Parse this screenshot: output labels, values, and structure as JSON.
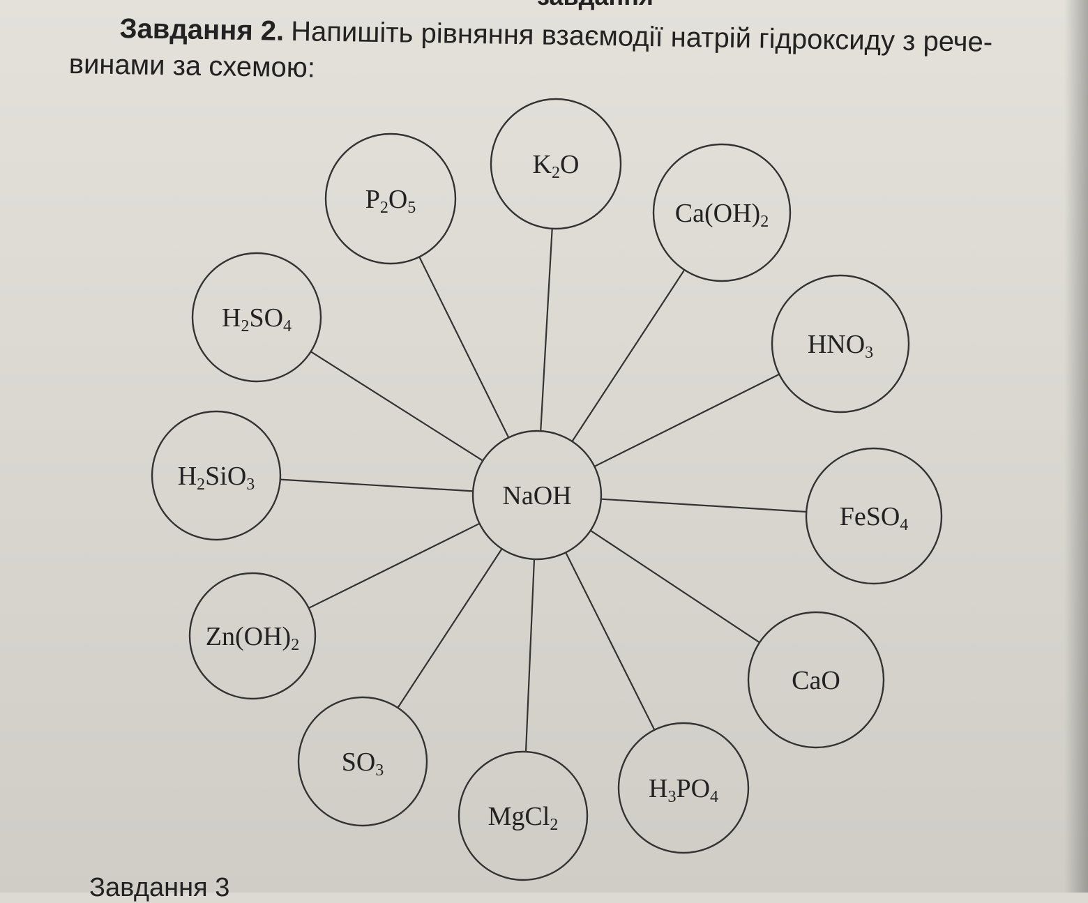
{
  "header": {
    "top_cut_text": "завдання",
    "task_label": "Завдання 2.",
    "task_text_line1": "Напишіть рівняння взаємодії натрій гідроксиду з рече-",
    "task_text_line2": "винами за схемою:"
  },
  "diagram": {
    "center": {
      "id": "naoh",
      "label": "NaOH",
      "parts": [
        [
          "NaOH",
          ""
        ]
      ]
    },
    "nodes": [
      {
        "id": "k2o",
        "label": "K2O",
        "parts": [
          [
            "K",
            ""
          ],
          [
            "2",
            "sub"
          ],
          [
            "O",
            ""
          ]
        ]
      },
      {
        "id": "caoh2",
        "label": "Ca(OH)2",
        "parts": [
          [
            "Ca(OH)",
            ""
          ],
          [
            "2",
            "sub"
          ]
        ]
      },
      {
        "id": "hno3",
        "label": "HNO3",
        "parts": [
          [
            "HNO",
            ""
          ],
          [
            "3",
            "sub"
          ]
        ]
      },
      {
        "id": "feso4",
        "label": "FeSO4",
        "parts": [
          [
            "FeSO",
            ""
          ],
          [
            "4",
            "sub"
          ]
        ]
      },
      {
        "id": "cao",
        "label": "CaO",
        "parts": [
          [
            "CaO",
            ""
          ]
        ]
      },
      {
        "id": "h3po4",
        "label": "H3PO4",
        "parts": [
          [
            "H",
            ""
          ],
          [
            "3",
            "sub"
          ],
          [
            "PO",
            ""
          ],
          [
            "4",
            "sub"
          ]
        ]
      },
      {
        "id": "mgcl2",
        "label": "MgCl2",
        "parts": [
          [
            "MgCl",
            ""
          ],
          [
            "2",
            "sub"
          ]
        ]
      },
      {
        "id": "so3",
        "label": "SO3",
        "parts": [
          [
            "SO",
            ""
          ],
          [
            "3",
            "sub"
          ]
        ]
      },
      {
        "id": "znoh2",
        "label": "Zn(OH)2",
        "parts": [
          [
            "Zn(OH)",
            ""
          ],
          [
            "2",
            "sub"
          ]
        ]
      },
      {
        "id": "h2sio3",
        "label": "H2SiO3",
        "parts": [
          [
            "H",
            ""
          ],
          [
            "2",
            "sub"
          ],
          [
            "SiO",
            ""
          ],
          [
            "3",
            "sub"
          ]
        ]
      },
      {
        "id": "h2so4",
        "label": "H2SO4",
        "parts": [
          [
            "H",
            ""
          ],
          [
            "2",
            "sub"
          ],
          [
            "SO",
            ""
          ],
          [
            "4",
            "sub"
          ]
        ]
      },
      {
        "id": "p2o5",
        "label": "P2O5",
        "parts": [
          [
            "P",
            ""
          ],
          [
            "2",
            "sub"
          ],
          [
            "O",
            ""
          ],
          [
            "5",
            "sub"
          ]
        ]
      }
    ]
  },
  "footer": {
    "bottom_cut_text": "Завдання 3"
  }
}
